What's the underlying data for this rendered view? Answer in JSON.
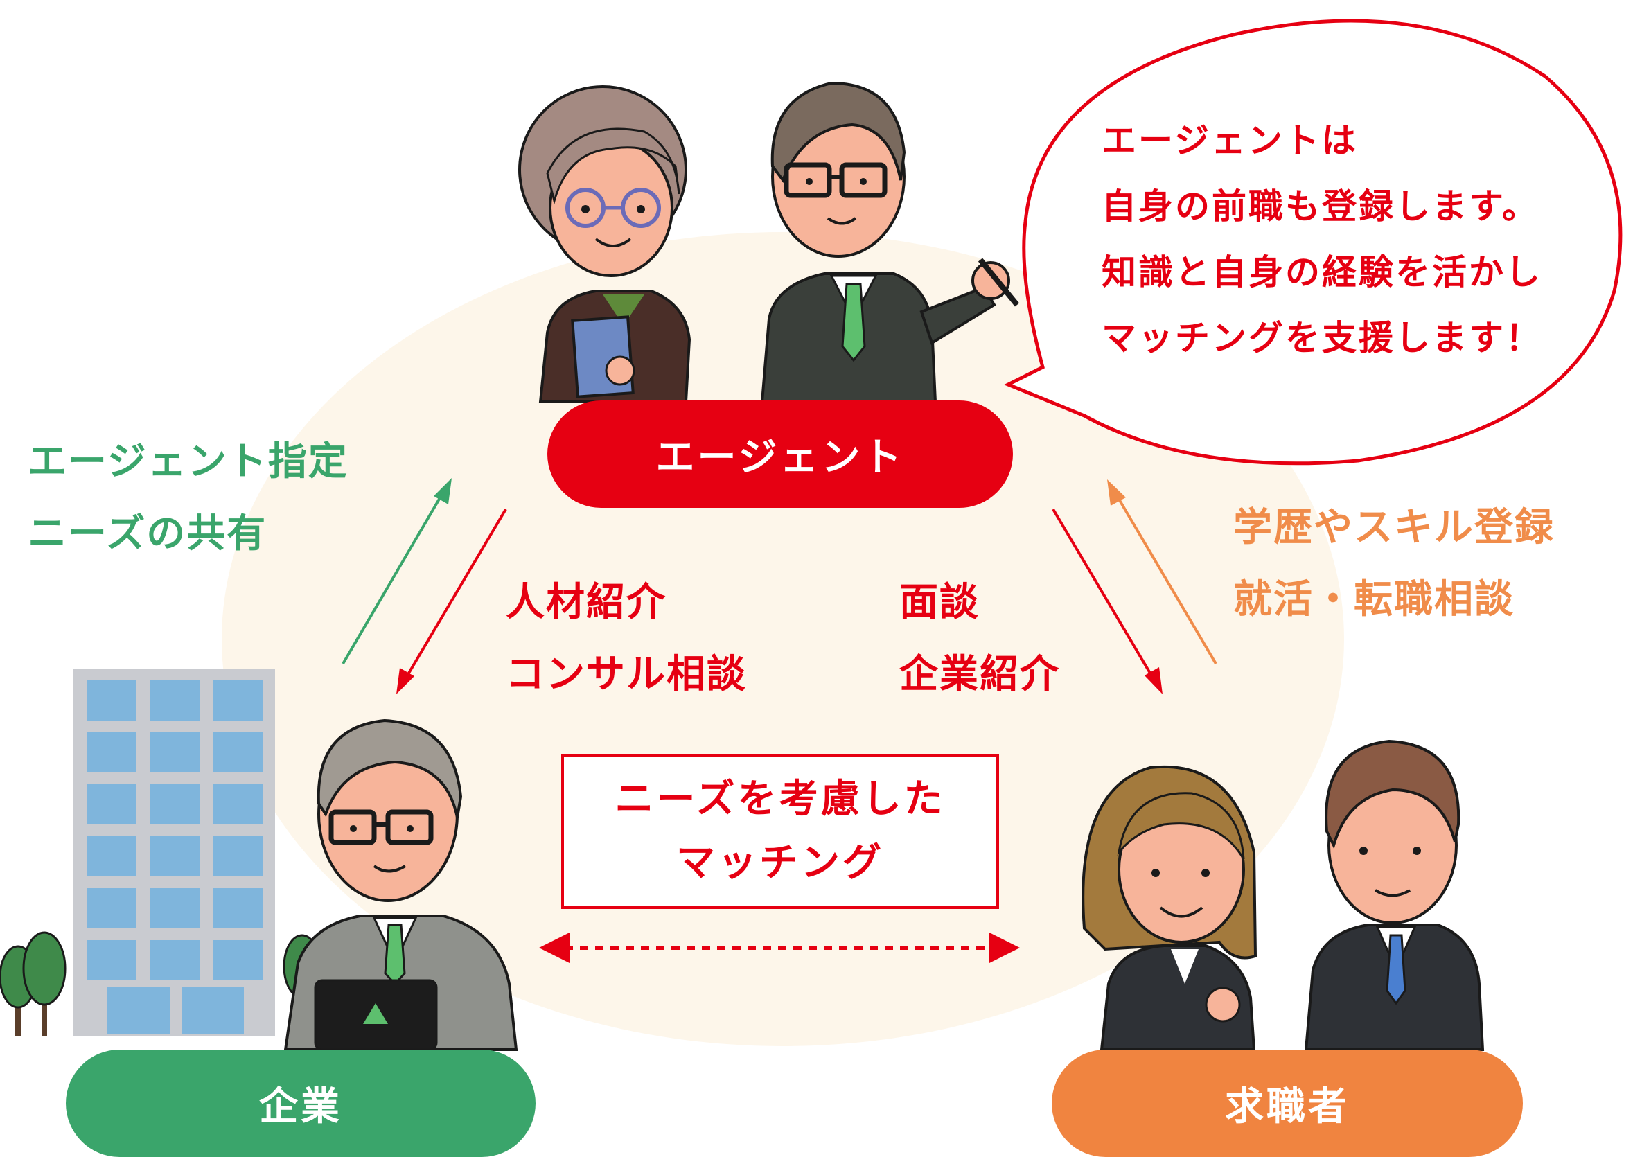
{
  "agent": {
    "label": "エージェント",
    "bubble": [
      "エージェントは",
      "自身の前職も登録します。",
      "知識と自身の経験を活かし",
      "マッチングを支援します！"
    ]
  },
  "company": {
    "label": "企業"
  },
  "seeker": {
    "label": "求職者"
  },
  "flows": {
    "company_to_agent": [
      "エージェント指定",
      "ニーズの共有"
    ],
    "agent_to_company": [
      "人材紹介",
      "コンサル相談"
    ],
    "agent_to_seeker": [
      "面談",
      "企業紹介"
    ],
    "seeker_to_agent": [
      "学歴やスキル登録",
      "就活・転職相談"
    ]
  },
  "matching": [
    "ニーズを考慮した",
    "マッチング"
  ],
  "colors": {
    "agent": "#e60012",
    "company": "#3aa56b",
    "seeker": "#f08440",
    "background_blob": "#fdf6ea"
  }
}
